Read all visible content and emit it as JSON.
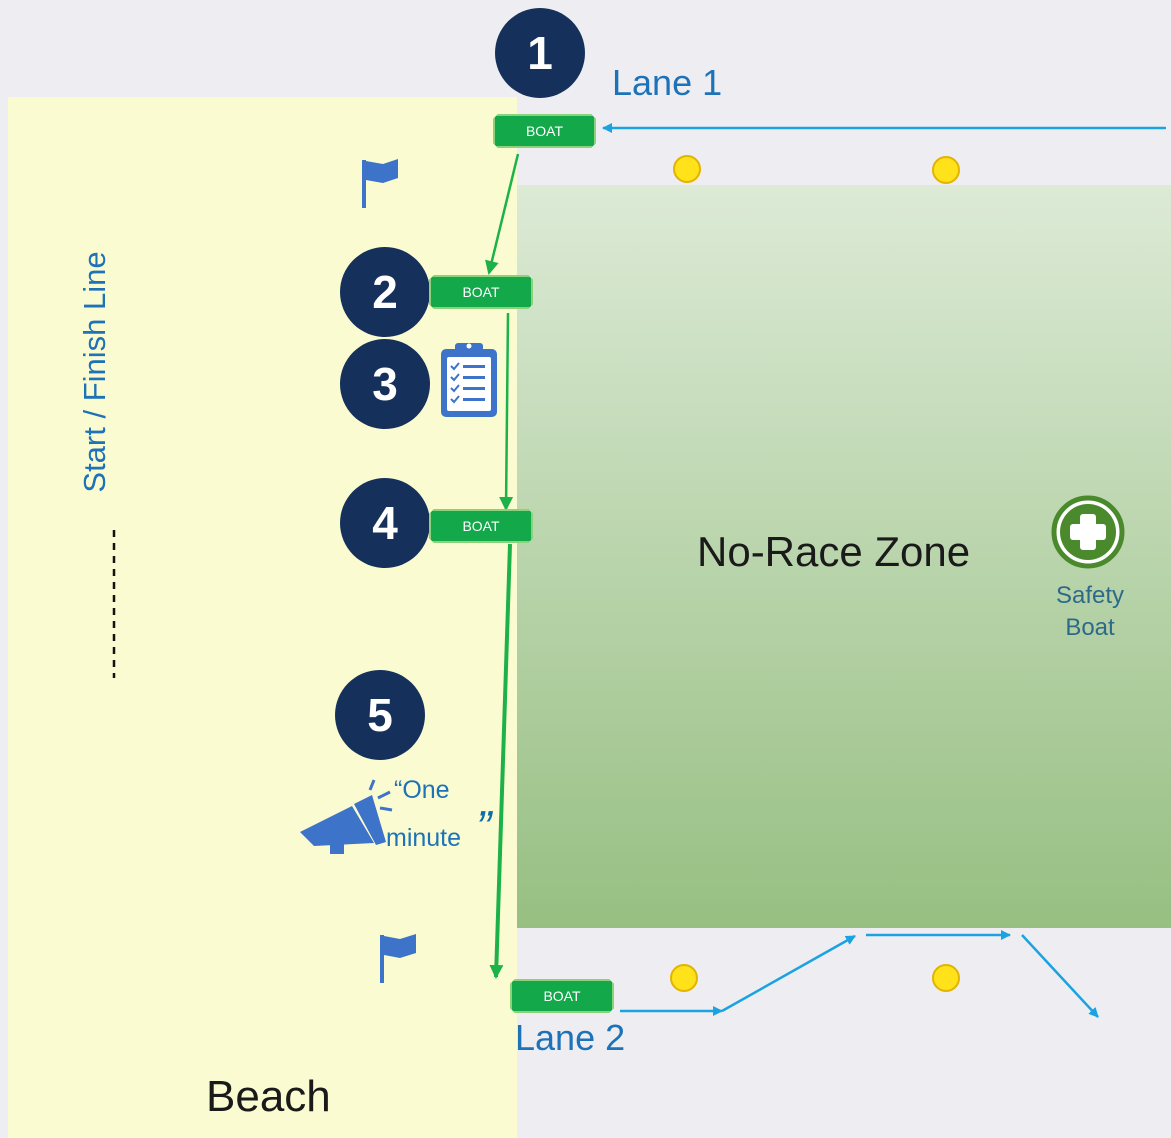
{
  "labels": {
    "lane1": "Lane 1",
    "lane2": "Lane 2",
    "start_finish": "Start / Finish Line",
    "zone": "No-Race Zone",
    "beach": "Beach",
    "safety_line1": "Safety",
    "safety_line2": "Boat",
    "speech_line1": "“One",
    "speech_line2": "minute",
    "speech_close": "”"
  },
  "steps": [
    "1",
    "2",
    "3",
    "4",
    "5"
  ],
  "boats": [
    "BOAT",
    "BOAT",
    "BOAT",
    "BOAT"
  ],
  "icons": {
    "flag": "flag-icon",
    "clipboard": "clipboard-checklist-icon",
    "megaphone": "megaphone-icon",
    "safety": "plus-circle-icon",
    "buoy": "buoy-icon"
  },
  "colors": {
    "beach": "#fafbd0",
    "zone_top": "#dcead6",
    "zone_bottom": "#97bf82",
    "step_circle": "#14305b",
    "boat": "#13a84a",
    "boat_path": "#1db14a",
    "water_path": "#1aa3e0",
    "buoy": "#ffe21a",
    "flag": "#3d73c8",
    "label_blue": "#1d72b8",
    "safety_icon": "#4a8a2d"
  }
}
